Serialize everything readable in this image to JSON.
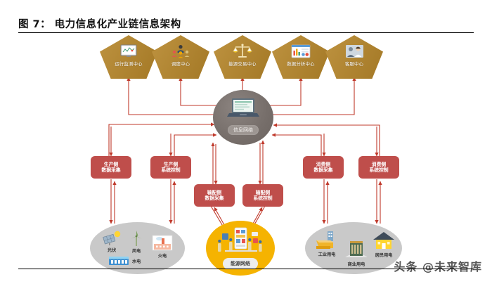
{
  "figure": {
    "title": "图 7： 电力信息化产业链信息架构"
  },
  "colors": {
    "pentagon": "#b6862a",
    "red_box": "#bf4e4b",
    "hub": "#776f6b",
    "cluster_gray": "#c9c9c9",
    "cluster_gold": "#f5b301",
    "arrow": "#c0392b"
  },
  "centers": [
    {
      "label": "运行监测中心",
      "icon": "monitor-chart-icon"
    },
    {
      "label": "调度中心",
      "icon": "people-group-icon"
    },
    {
      "label": "能源交易中心",
      "icon": "balance-scale-icon"
    },
    {
      "label": "数据分析中心",
      "icon": "bar-chart-dashboard-icon"
    },
    {
      "label": "客服中心",
      "icon": "customer-service-icon"
    }
  ],
  "hub": {
    "label": "信息网络",
    "icon": "laptop-icon"
  },
  "layers": [
    {
      "line1": "生产侧",
      "line2": "数据采集"
    },
    {
      "line1": "生产侧",
      "line2": "系统控制"
    },
    {
      "line1": "输配侧",
      "line2": "数据采集"
    },
    {
      "line1": "输配侧",
      "line2": "系统控制"
    },
    {
      "line1": "消费侧",
      "line2": "数据采集"
    },
    {
      "line1": "消费侧",
      "line2": "系统控制"
    }
  ],
  "clusters": {
    "generation": {
      "items": [
        {
          "label": "光伏",
          "icon": "solar-panel-icon"
        },
        {
          "label": "风电",
          "icon": "wind-turbine-icon"
        },
        {
          "label": "火电",
          "icon": "thermal-plant-icon"
        },
        {
          "label": "水电",
          "icon": "hydro-dam-icon"
        }
      ]
    },
    "grid": {
      "label": "能源网络",
      "icon": "energy-network-illustration"
    },
    "consumption": {
      "items": [
        {
          "label": "工业用电",
          "icon": "factory-icon"
        },
        {
          "label": "商业用电",
          "icon": "office-building-icon"
        },
        {
          "label": "居民用电",
          "icon": "house-icon"
        }
      ]
    }
  },
  "watermark": "头条 @未来智库"
}
